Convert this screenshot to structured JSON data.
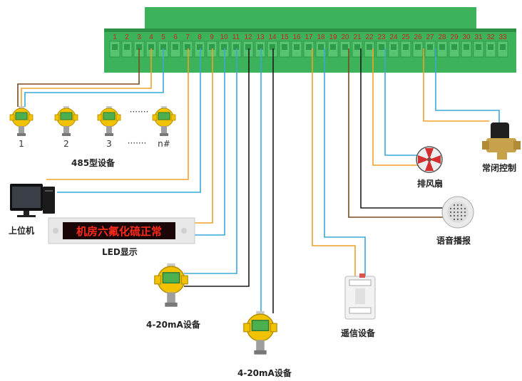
{
  "terminal_block": {
    "pin_labels": [
      "1",
      "2",
      "3",
      "4",
      "5",
      "6",
      "7",
      "8",
      "9",
      "10",
      "11",
      "12",
      "13",
      "14",
      "15",
      "16",
      "17",
      "18",
      "19",
      "20",
      "21",
      "22",
      "23",
      "24",
      "25",
      "26",
      "27",
      "28",
      "29",
      "30",
      "31",
      "32",
      "33"
    ]
  },
  "devices": {
    "bus485": {
      "numbers": [
        "1",
        "2",
        "3",
        "n#"
      ],
      "ellipsis": "·······",
      "dots_between": "·······",
      "label": "485型设备"
    },
    "pc": {
      "label": "上位机"
    },
    "led": {
      "label": "LED显示",
      "display_text": "机房六氟化硫正常"
    },
    "transmitter1": {
      "label": "4-20mA设备"
    },
    "transmitter2": {
      "label": "4-20mA设备"
    },
    "comm": {
      "label": "遥信设备"
    },
    "fan": {
      "label": "排风扇"
    },
    "speaker": {
      "label": "语音播报"
    },
    "valve": {
      "label": "常闭控制"
    }
  },
  "colors": {
    "block_green": "#3cb35a",
    "block_dark": "#2b8f45",
    "wire_orange": "#f0a12a",
    "wire_blue": "#3aa8d8",
    "wire_brown": "#7a4a1e",
    "wire_black": "#1a1a1a",
    "terminal_red": "#d21f1f",
    "sensor_yellow": "#f2c200",
    "sensor_green": "#4caf50"
  }
}
